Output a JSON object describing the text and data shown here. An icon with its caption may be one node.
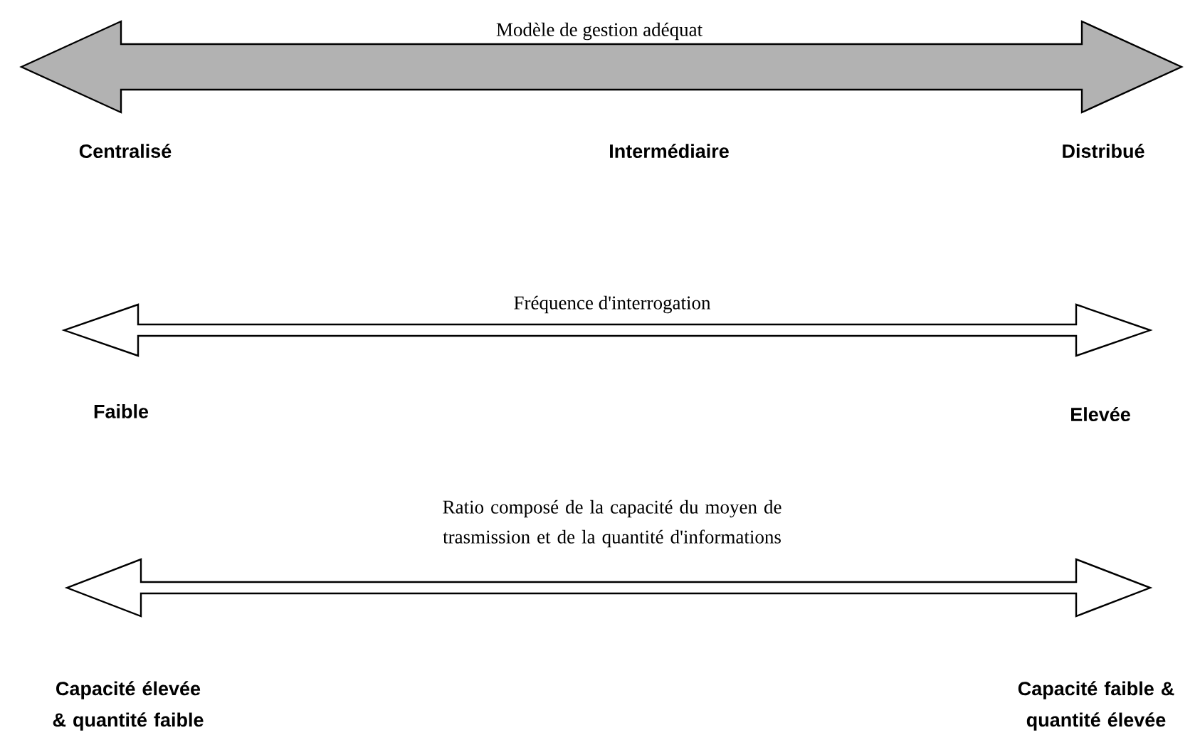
{
  "diagram": {
    "labels": [
      "Modèle de gestion adéquat",
      "Centralisé",
      "Intermédiaire",
      "Distribué",
      "Fréquence d'interrogation",
      "Faible",
      "Elevée",
      "Ratio composé de la capacité du moyen de trasmission et de la quantité d'informations",
      "Capacité élevée & quantité faible",
      "Capacité faible & quantité élevée"
    ]
  }
}
